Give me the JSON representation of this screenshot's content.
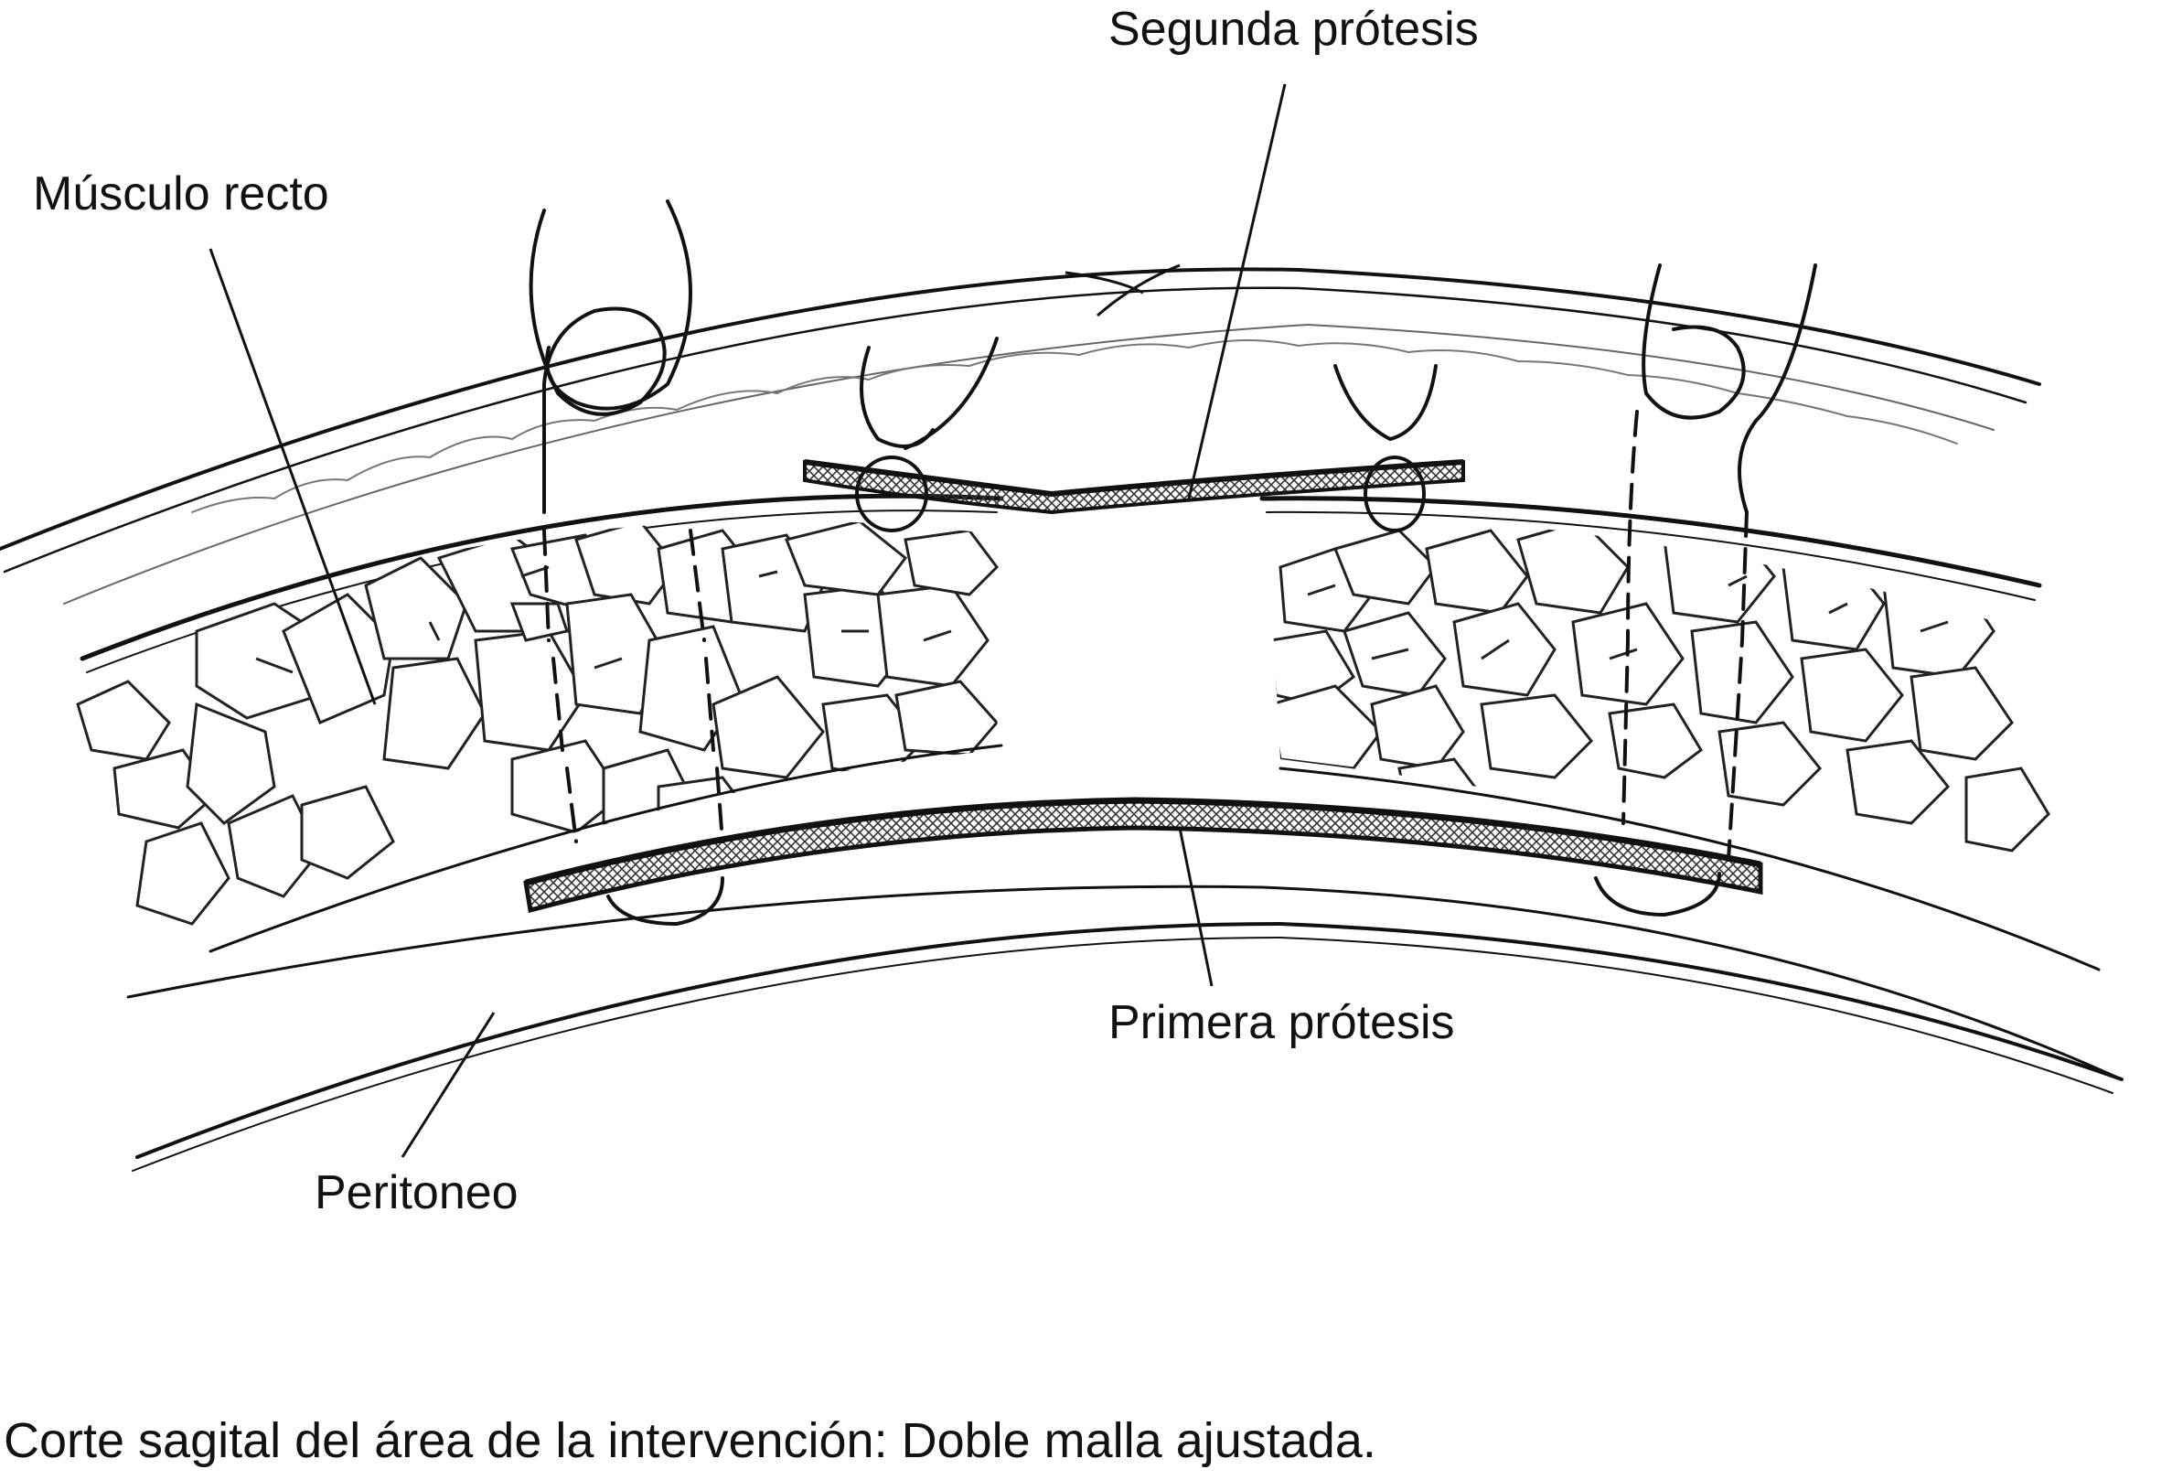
{
  "labels": {
    "segunda_protesis": "Segunda prótesis",
    "musculo_recto": "Músculo recto",
    "primera_protesis": "Primera prótesis",
    "peritoneo": "Peritoneo"
  },
  "caption": "Corte sagital del área de la intervención: Doble malla ajustada.",
  "colors": {
    "ink": "#111111",
    "tissue_line": "#333333",
    "background": "#ffffff"
  }
}
